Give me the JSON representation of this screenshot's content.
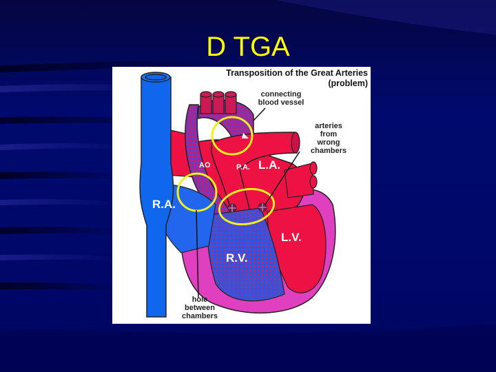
{
  "slide": {
    "title": "D TGA",
    "background_color": "#000a6e",
    "title_color": "#ffff00"
  },
  "figure": {
    "title_line1": "Transposition of the Great Arteries",
    "title_line2": "(problem)",
    "annotations": {
      "connecting_vessel": [
        "connecting",
        "blood vessel"
      ],
      "arteries_wrong": [
        "arteries",
        "from",
        "wrong",
        "chambers"
      ],
      "hole_between": [
        "hole",
        "between",
        "chambers"
      ]
    },
    "chamber_labels": {
      "ao": "AO",
      "pa": "P.A.",
      "la": "L.A.",
      "ra": "R.A.",
      "lv": "L.V.",
      "rv": "R.V."
    },
    "colors": {
      "oxygenated": "#ee1144",
      "deoxygenated": "#1166ee",
      "muscle": "#e040c0",
      "highlight_circle": "#f0f020"
    }
  }
}
